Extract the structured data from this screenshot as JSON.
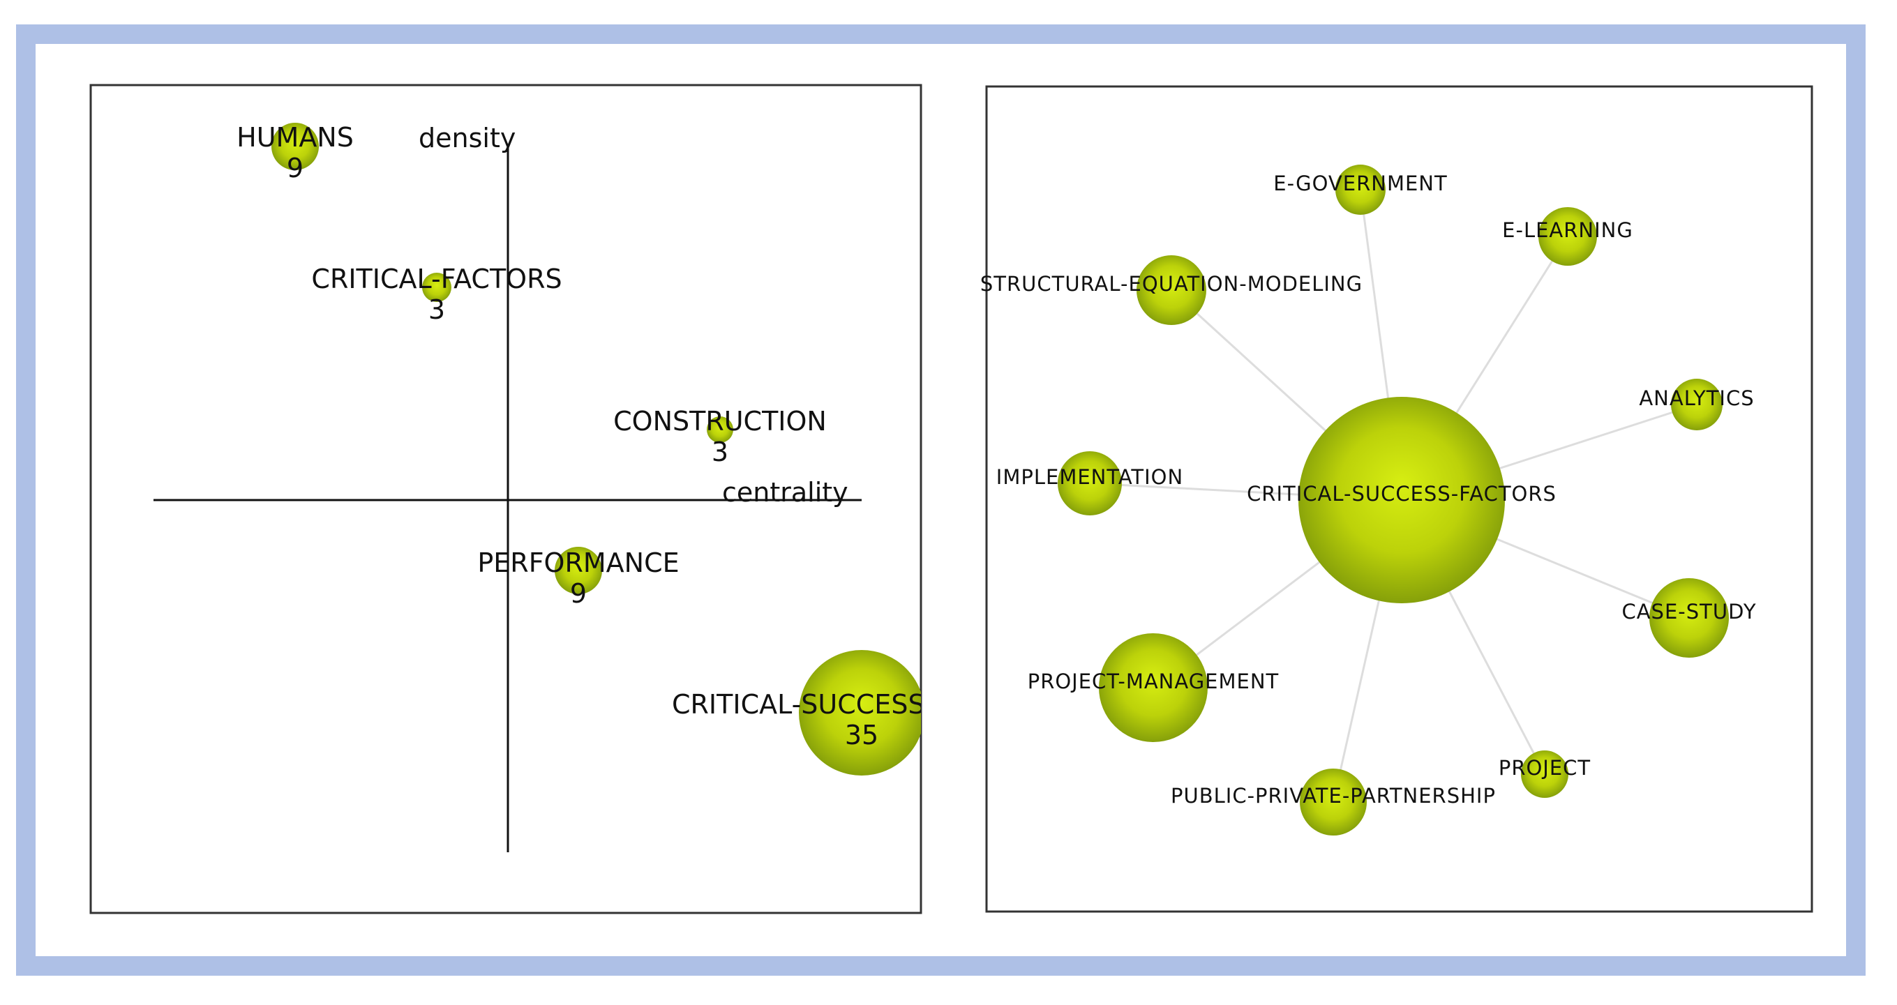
{
  "strategic_diagram": {
    "axis_labels": {
      "vertical": "density",
      "horizontal": "centrality"
    },
    "themes": [
      {
        "name": "HUMANS",
        "count": "9"
      },
      {
        "name": "CRITICAL-FACTORS",
        "count": "3"
      },
      {
        "name": "CONSTRUCTION",
        "count": "3"
      },
      {
        "name": "PERFORMANCE",
        "count": "9"
      },
      {
        "name": "CRITICAL-SUCCESS",
        "count": "35"
      }
    ]
  },
  "network": {
    "center": "CRITICAL-SUCCESS-FACTORS",
    "nodes": [
      "E-GOVERNMENT",
      "E-LEARNING",
      "STRUCTURAL-EQUATION-MODELING",
      "ANALYTICS",
      "IMPLEMENTATION",
      "CASE-STUDY",
      "PROJECT-MANAGEMENT",
      "PROJECT",
      "PUBLIC-PRIVATE-PARTNERSHIP"
    ]
  },
  "colors": {
    "frame": "#aec0e6",
    "node_light": "#d8ec1c",
    "node_dark": "#7f9a0a",
    "edge": "#dddddd"
  }
}
